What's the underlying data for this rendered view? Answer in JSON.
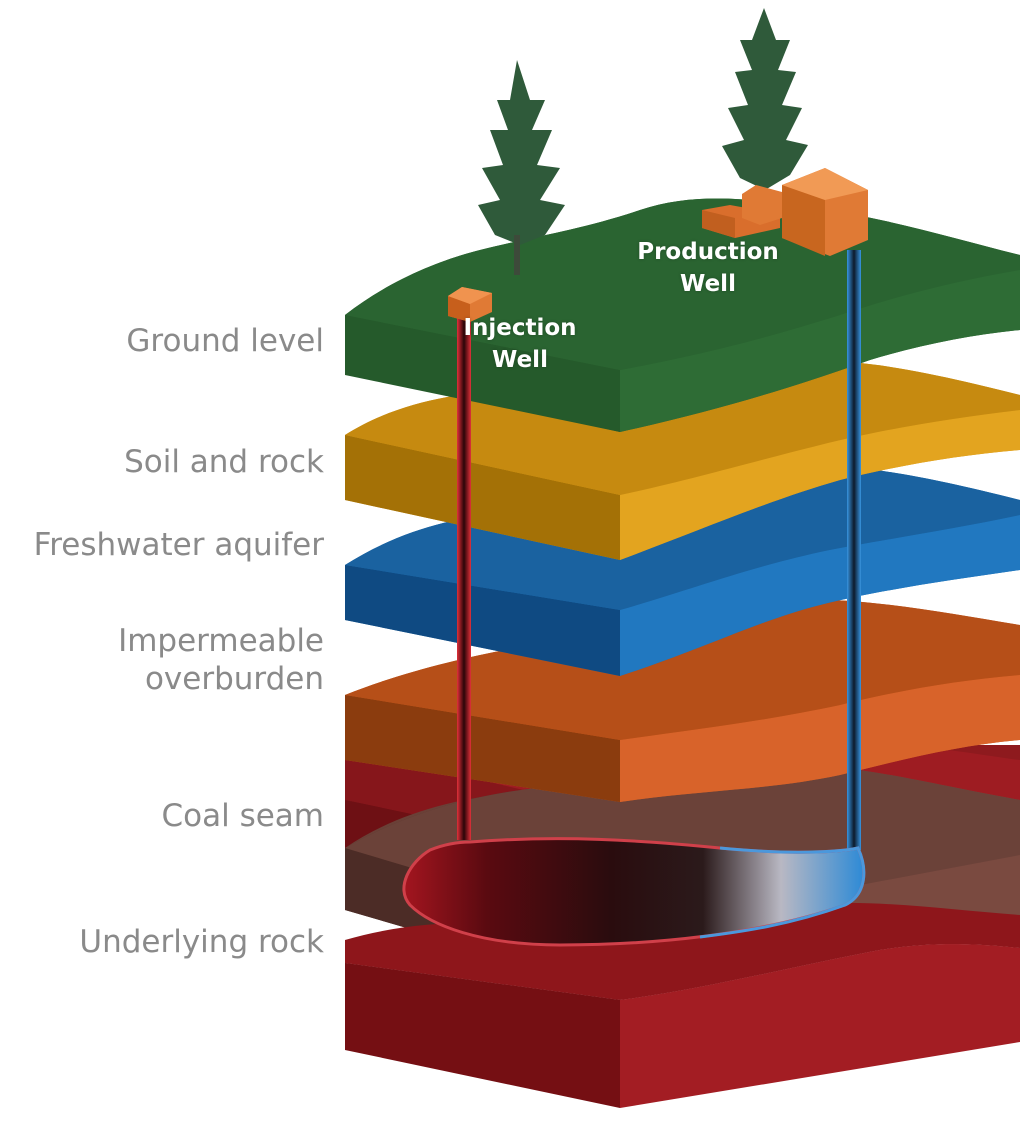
{
  "layers": [
    {
      "id": "ground",
      "label": "Ground level",
      "color": "#2e6b35"
    },
    {
      "id": "soil",
      "label": "Soil and rock",
      "color": "#d99a1c"
    },
    {
      "id": "aquifer",
      "label": "Freshwater aquifer",
      "color": "#1d6fb0"
    },
    {
      "id": "overburden",
      "label": "Impermeable overburden",
      "color": "#c95a1e"
    },
    {
      "id": "coal",
      "label": "Coal seam",
      "color": "#6b4238"
    },
    {
      "id": "underlying",
      "label": "Underlying rock",
      "color": "#9c1a1f"
    }
  ],
  "wells": {
    "injection": {
      "label_line1": "Injection",
      "label_line2": "Well",
      "color": "#c8202a"
    },
    "production": {
      "label_line1": "Production",
      "label_line2": "Well",
      "color": "#2b86d6"
    }
  },
  "colors": {
    "label_text": "#8a8a8a",
    "structure": "#e07a35",
    "tree": "#2f5a3a"
  },
  "icons": [
    "tree-icon",
    "well-head-icon",
    "production-building-icon"
  ]
}
